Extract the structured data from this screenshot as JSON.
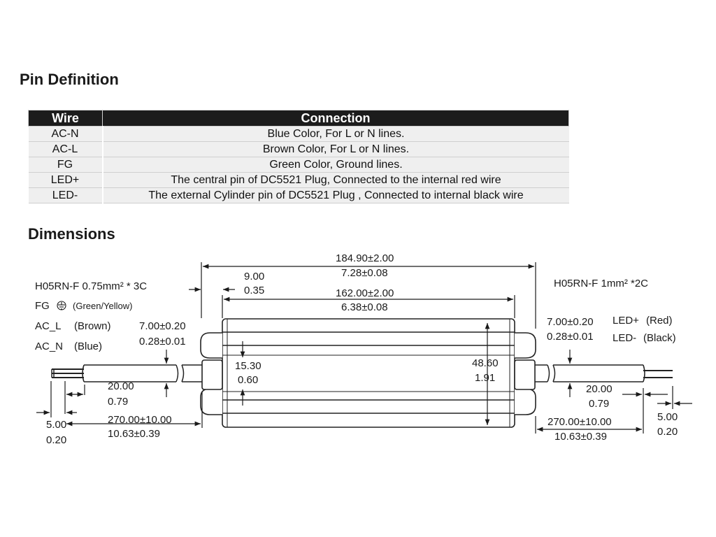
{
  "sections": {
    "pin_title": "Pin Definition",
    "dim_title": "Dimensions"
  },
  "table": {
    "headers": [
      "Wire",
      "Connection"
    ],
    "rows": [
      {
        "wire": "AC-N",
        "connection": "Blue Color, For L or N lines."
      },
      {
        "wire": "AC-L",
        "connection": "Brown Color, For L or N lines."
      },
      {
        "wire": "FG",
        "connection": "Green Color, Ground lines."
      },
      {
        "wire": "LED+",
        "connection": "The central pin of DC5521 Plug, Connected to the internal red wire"
      },
      {
        "wire": "LED-",
        "connection": "The external Cylinder pin of DC5521 Plug , Connected to internal black wire"
      }
    ]
  },
  "drawing": {
    "overall_len_mm": "184.90±2.00",
    "overall_len_in": "7.28±0.08",
    "body_len_mm": "162.00±2.00",
    "body_len_in": "6.38±0.08",
    "offset_mm": "9.00",
    "offset_in": "0.35",
    "left_cable": "H05RN-F 0.75mm² * 3C",
    "right_cable": "H05RN-F 1mm² *2C",
    "fg_label": "FG",
    "fg_note": "(Green/Yellow)",
    "acl_label": "AC_L",
    "acl_note": "(Brown)",
    "acn_label": "AC_N",
    "acn_note": "(Blue)",
    "cable_dia_mm": "7.00±0.20",
    "cable_dia_in": "0.28±0.01",
    "ledp_label": "LED+",
    "ledp_note": "(Red)",
    "ledm_label": "LED-",
    "ledm_note": "(Black)",
    "mount_mm": "15.30",
    "mount_in": "0.60",
    "height_mm": "48.60",
    "height_in": "1.91",
    "strip_mm": "20.00",
    "strip_in": "0.79",
    "tip_mm": "5.00",
    "tip_in": "0.20",
    "cable_len_mm": "270.00±10.00",
    "cable_len_in": "10.63±0.39"
  }
}
